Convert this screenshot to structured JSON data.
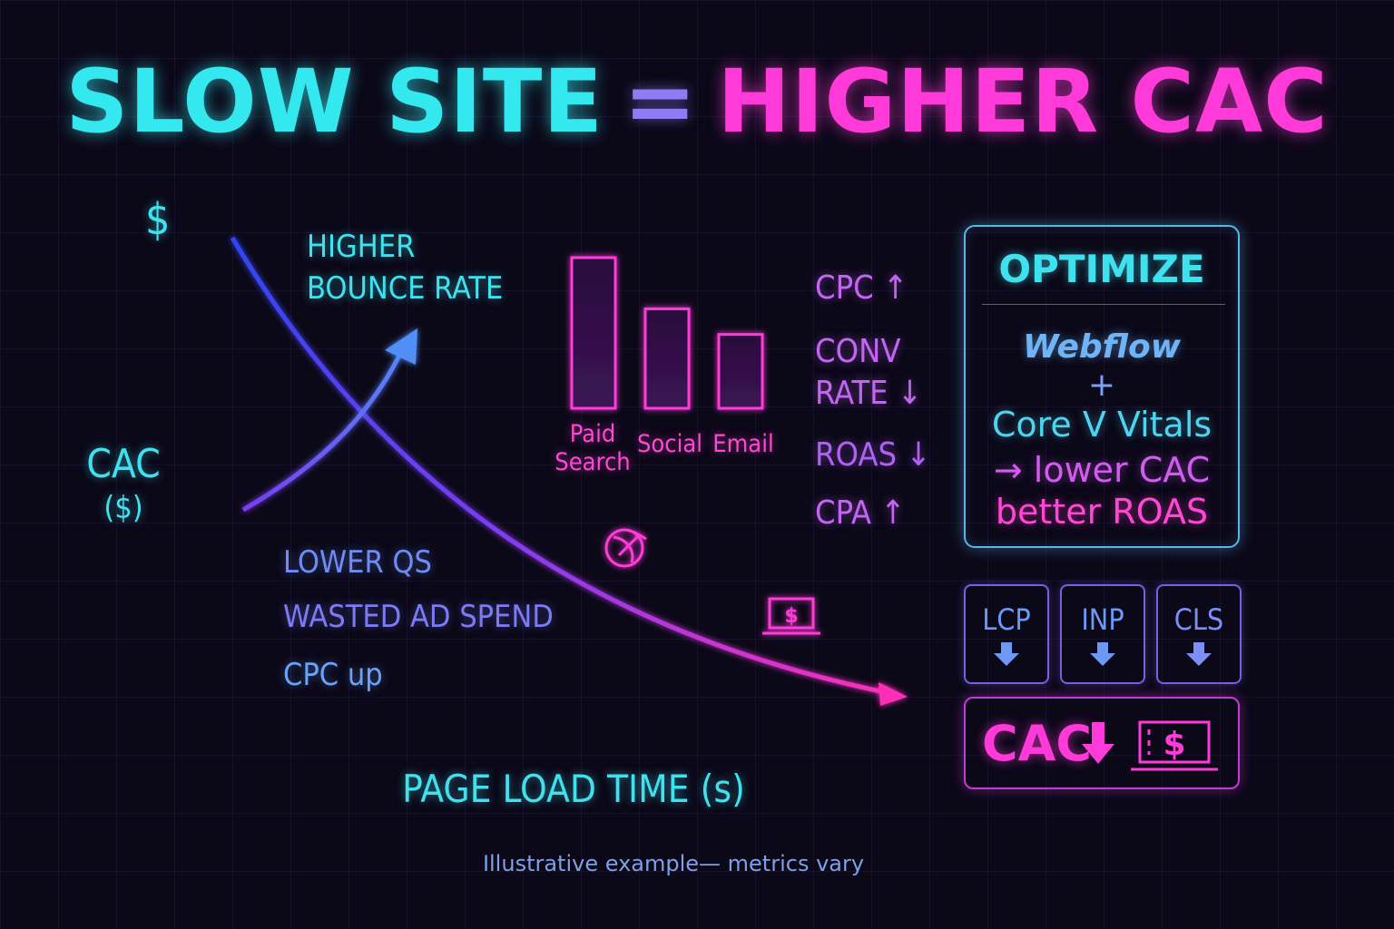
{
  "title": {
    "left": "SLOW SITE",
    "eq": "=",
    "right": "HIGHER CAC"
  },
  "axes": {
    "y_symbol": "$",
    "y_label": "CAC",
    "y_unit": "($)",
    "x_label": "PAGE LOAD TIME (s)"
  },
  "annotations": {
    "bounce_line1": "HIGHER",
    "bounce_line2": "BOUNCE RATE",
    "notes": [
      "LOWER QS",
      "WASTED AD SPEND",
      "CPC up"
    ]
  },
  "bars": [
    {
      "label_line1": "Paid",
      "label_line2": "Search",
      "value": 1.0
    },
    {
      "label_line1": "Social",
      "label_line2": "",
      "value": 0.66
    },
    {
      "label_line1": "Email",
      "label_line2": "",
      "value": 0.49
    }
  ],
  "metrics": {
    "cpc": "CPC ↑",
    "conv_line1": "CONV",
    "conv_line2": "RATE ↓",
    "roas": "ROAS ↓",
    "cpa": "CPA ↑"
  },
  "optimize": {
    "title": "OPTIMIZE",
    "webflow": "Webflow",
    "plus": "+",
    "core": "Core V Vitals",
    "lower": "→ lower CAC",
    "better": "better ROAS"
  },
  "vitals": [
    "LCP",
    "INP",
    "CLS"
  ],
  "cac_box": {
    "label": "CAC",
    "icon": "laptop-dollar-icon"
  },
  "caption": "Illustrative example— metrics vary",
  "colors": {
    "background": "#0b0818",
    "cyan": "#34e8f0",
    "pink": "#ff3ad8",
    "violet": "#8f7cf5"
  }
}
